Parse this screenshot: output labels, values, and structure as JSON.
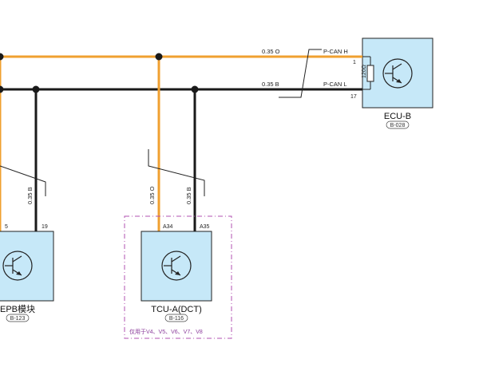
{
  "wires": {
    "top_spec": "0.35 O",
    "top_signal": "P-CAN H",
    "bottom_spec": "0.35 B",
    "bottom_signal": "P-CAN L",
    "epb_drop_spec": "0.35 B",
    "tcu_orange_spec": "0.35 O",
    "tcu_black_spec": "0.35 B"
  },
  "ecu_b": {
    "name": "ECU-B",
    "code": "B-028",
    "pin_top": "1",
    "pin_bottom": "17",
    "resistor": "120Ω"
  },
  "epb": {
    "name": "EPB模块",
    "code": "B-123",
    "pin_left": "5",
    "pin_right": "19"
  },
  "tcu": {
    "name": "TCU-A(DCT)",
    "code": "B-116",
    "pin_left": "A34",
    "pin_right": "A35",
    "note": "仅用于V4、V5、V6、V7、V8"
  },
  "colors": {
    "orange_wire": "#f0a030",
    "black_wire": "#1a1a1a",
    "module_fill": "#c6e8f8",
    "dashed_frame": "#b050b0"
  }
}
